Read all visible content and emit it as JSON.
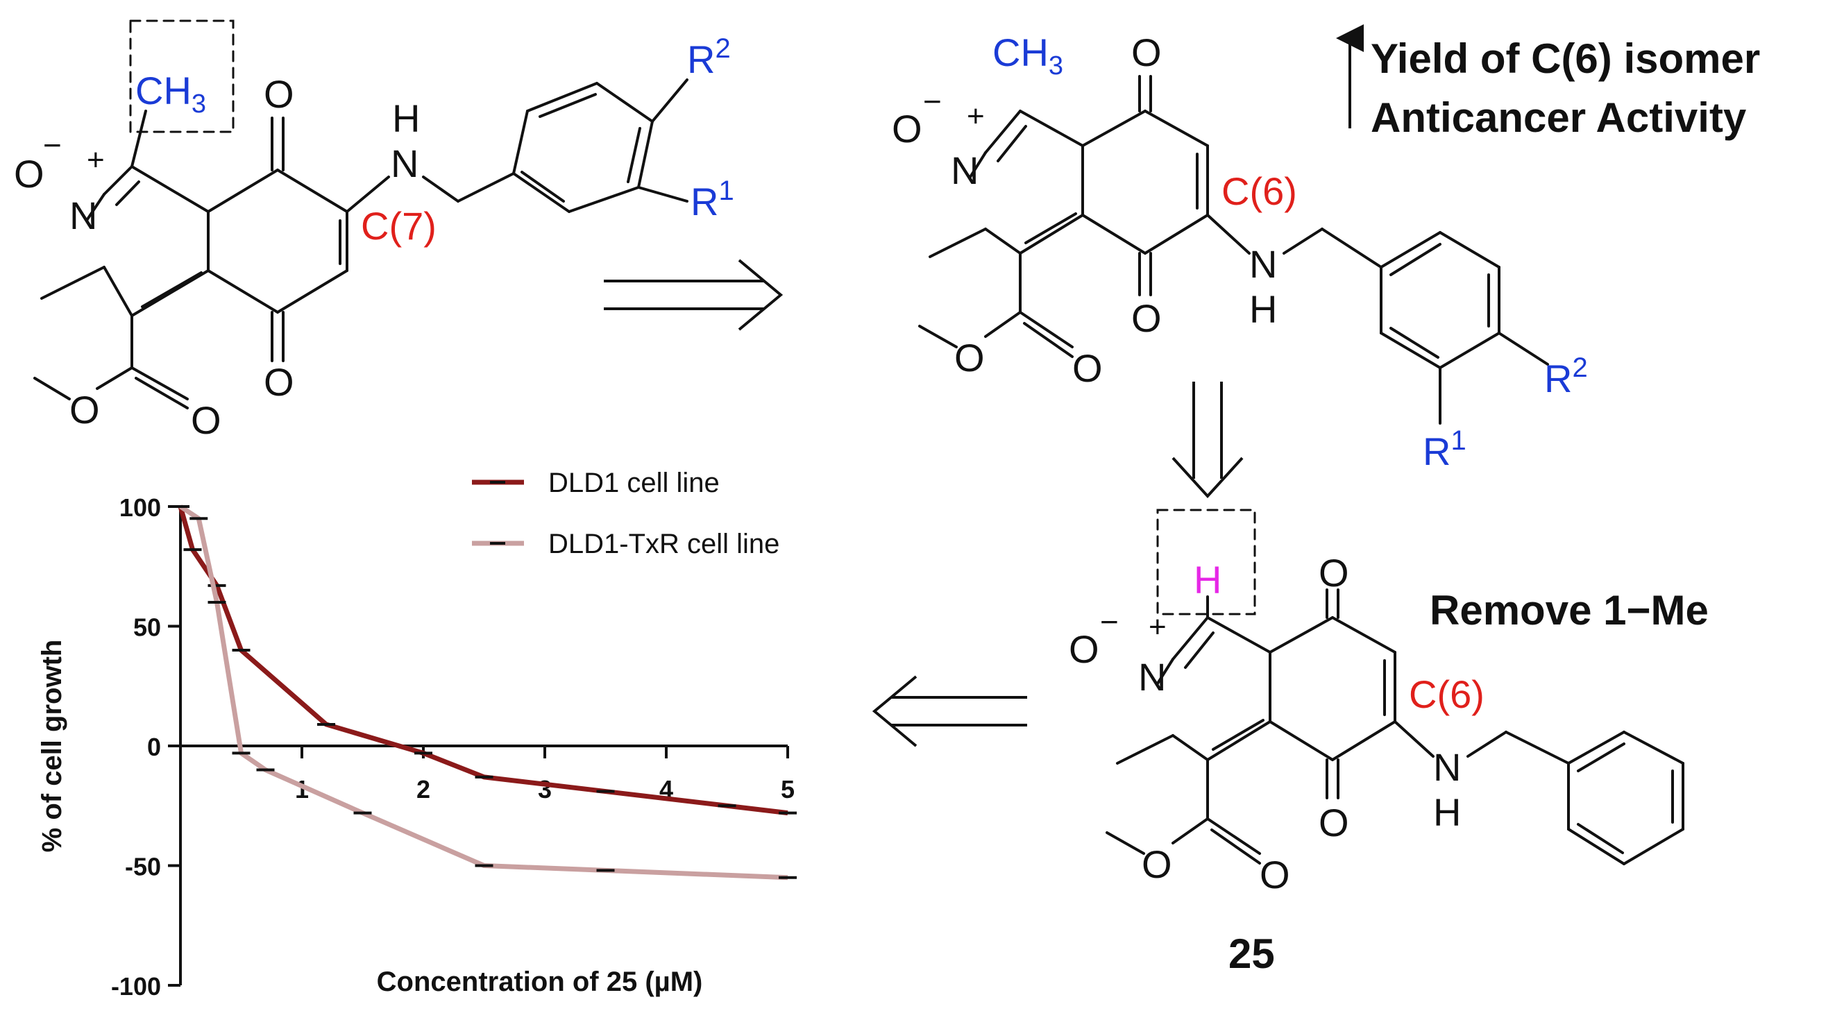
{
  "labels": {
    "atom_ch3": "CH",
    "atom_ch3_sub": "3",
    "atom_o": "O",
    "atom_n": "N",
    "atom_h": "H",
    "atom_nh_n": "N",
    "atom_nh_h": "H",
    "charge_minus": "−",
    "charge_plus": "+",
    "r1": "R",
    "r1_sup": "1",
    "r2": "R",
    "r2_sup": "2",
    "c7": "C(7)",
    "c6": "C(6)",
    "c6_b": "C(6)",
    "compound_number": "25",
    "remove_me": "Remove 1−Me",
    "yield_line1": "Yield of C(6) isomer",
    "yield_line2": "Anticancer Activity"
  },
  "colors": {
    "red": "#e0201b",
    "blue": "#1a3bd6",
    "magenta": "#e627e6",
    "black": "#111111",
    "series_dld1": "#8b1a1a",
    "series_txr": "#c9a0a0"
  },
  "chart_data": {
    "type": "line",
    "xlabel": "Concentration of 25 (µM)",
    "ylabel": "% of cell growth",
    "xlim": [
      0,
      5
    ],
    "ylim": [
      -100,
      100
    ],
    "xticks": [
      1,
      2,
      3,
      4,
      5
    ],
    "yticks": [
      100,
      50,
      0,
      -50,
      -100
    ],
    "legend": "top",
    "grid": false,
    "series": [
      {
        "name": "DLD1 cell line",
        "color": "#8b1a1a",
        "x": [
          0,
          0.1,
          0.3,
          0.5,
          1.2,
          2.0,
          2.5,
          3.5,
          4.5,
          5.0
        ],
        "y": [
          100,
          82,
          67,
          40,
          9,
          -3,
          -13,
          -19,
          -25,
          -28
        ]
      },
      {
        "name": "DLD1-TxR cell line",
        "color": "#c9a0a0",
        "x": [
          0,
          0.15,
          0.3,
          0.5,
          0.7,
          1.5,
          2.5,
          3.5,
          5.0
        ],
        "y": [
          100,
          95,
          60,
          -3,
          -10,
          -28,
          -50,
          -52,
          -55
        ]
      }
    ]
  }
}
